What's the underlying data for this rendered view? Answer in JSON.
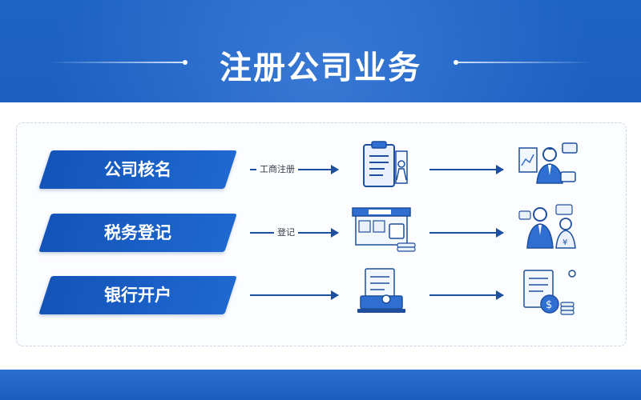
{
  "header": {
    "title": "注册公司业务"
  },
  "rows": [
    {
      "label": "公司核名",
      "arrow_label": "工商注册",
      "icon1": "clipboard-person-icon",
      "icon2": "businessman-chart-icon"
    },
    {
      "label": "税务登记",
      "arrow_label": "登记",
      "icon1": "storefront-icon",
      "icon2": "tax-officials-icon"
    },
    {
      "label": "银行开户",
      "arrow_label": "",
      "icon1": "documents-laptop-icon",
      "icon2": "bank-documents-coins-icon"
    }
  ],
  "colors": {
    "brand_blue": "#1a5cbf",
    "pill_blue": "#1454b8",
    "line_blue": "#1d4f9e"
  }
}
